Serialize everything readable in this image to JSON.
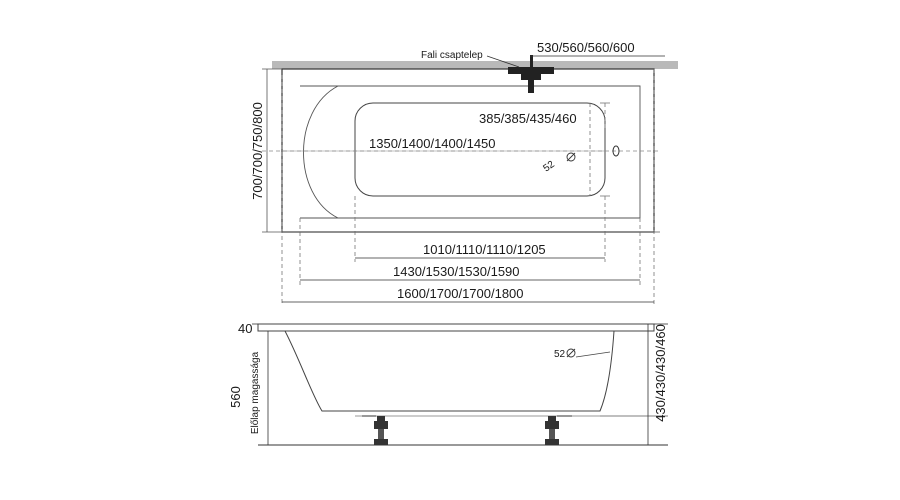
{
  "top_view": {
    "faucet_label": "Fali csaptelep",
    "faucet_height": "530/560/560/600",
    "inner_width": "385/385/435/460",
    "inner_length": "1350/1400/1400/1450",
    "drain_label": "52",
    "tub_width": "700/700/750/800",
    "bottom_length": "1010/1110/1110/1205",
    "inner_rim_length": "1430/1530/1530/1590",
    "total_length": "1600/1700/1700/1800"
  },
  "side_view": {
    "rim_thickness": "40",
    "drain_label": "52",
    "front_panel_label": "Előlap magassága",
    "front_panel_height": "560",
    "depth": "430/430/430/460"
  }
}
